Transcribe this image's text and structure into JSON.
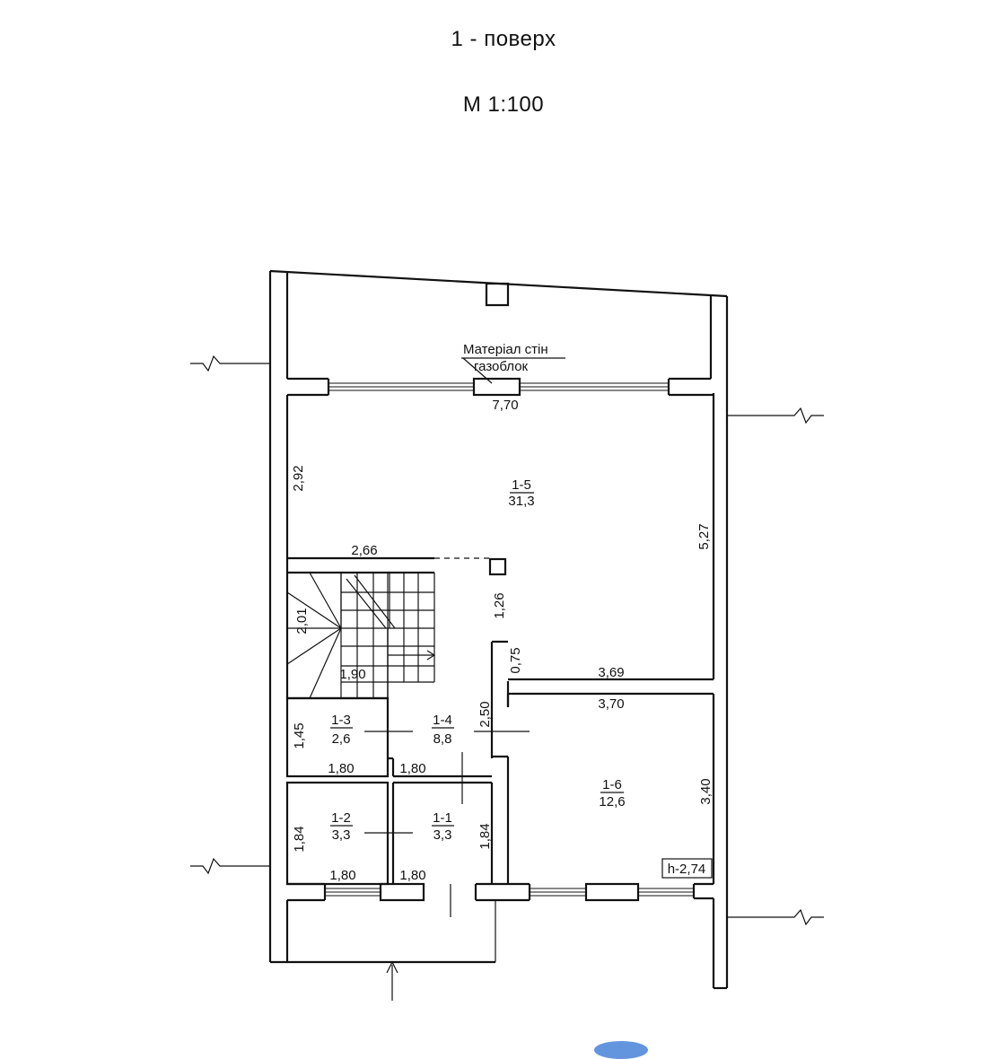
{
  "header": {
    "floor": "1 - поверх",
    "scale": "М 1:100"
  },
  "material": {
    "label": "Матеріал стін",
    "value": "газоблок"
  },
  "rooms": [
    {
      "id": "1-5",
      "area": "31,3"
    },
    {
      "id": "1-4",
      "area": "8,8"
    },
    {
      "id": "1-3",
      "area": "2,6"
    },
    {
      "id": "1-2",
      "area": "3,3"
    },
    {
      "id": "1-1",
      "area": "3,3"
    },
    {
      "id": "1-6",
      "area": "12,6"
    }
  ],
  "dimensions": {
    "top_width": "7,70",
    "left_1_5": "2,92",
    "right_1_5": "5,27",
    "stair_top": "2,66",
    "corridor_1": "1,26",
    "corridor_2": "0,75",
    "bottom_1_5": "3,69",
    "stair_height": "2,01",
    "stair_width": "1,90",
    "room_1_6_top": "3,70",
    "room_1_6_right": "3,40",
    "corridor_height": "2,50",
    "room_1_3_height": "1,45",
    "room_1_3_bottom": "1,80",
    "room_1_4_bottom": "1,80",
    "room_1_2_height": "1,84",
    "room_1_2_bottom": "1,80",
    "room_1_1_bottom": "1,80",
    "room_1_1_right": "1,84"
  },
  "ceiling_height": "h-2,74",
  "colors": {
    "line": "#111111",
    "accent": "#3c7bd6"
  }
}
